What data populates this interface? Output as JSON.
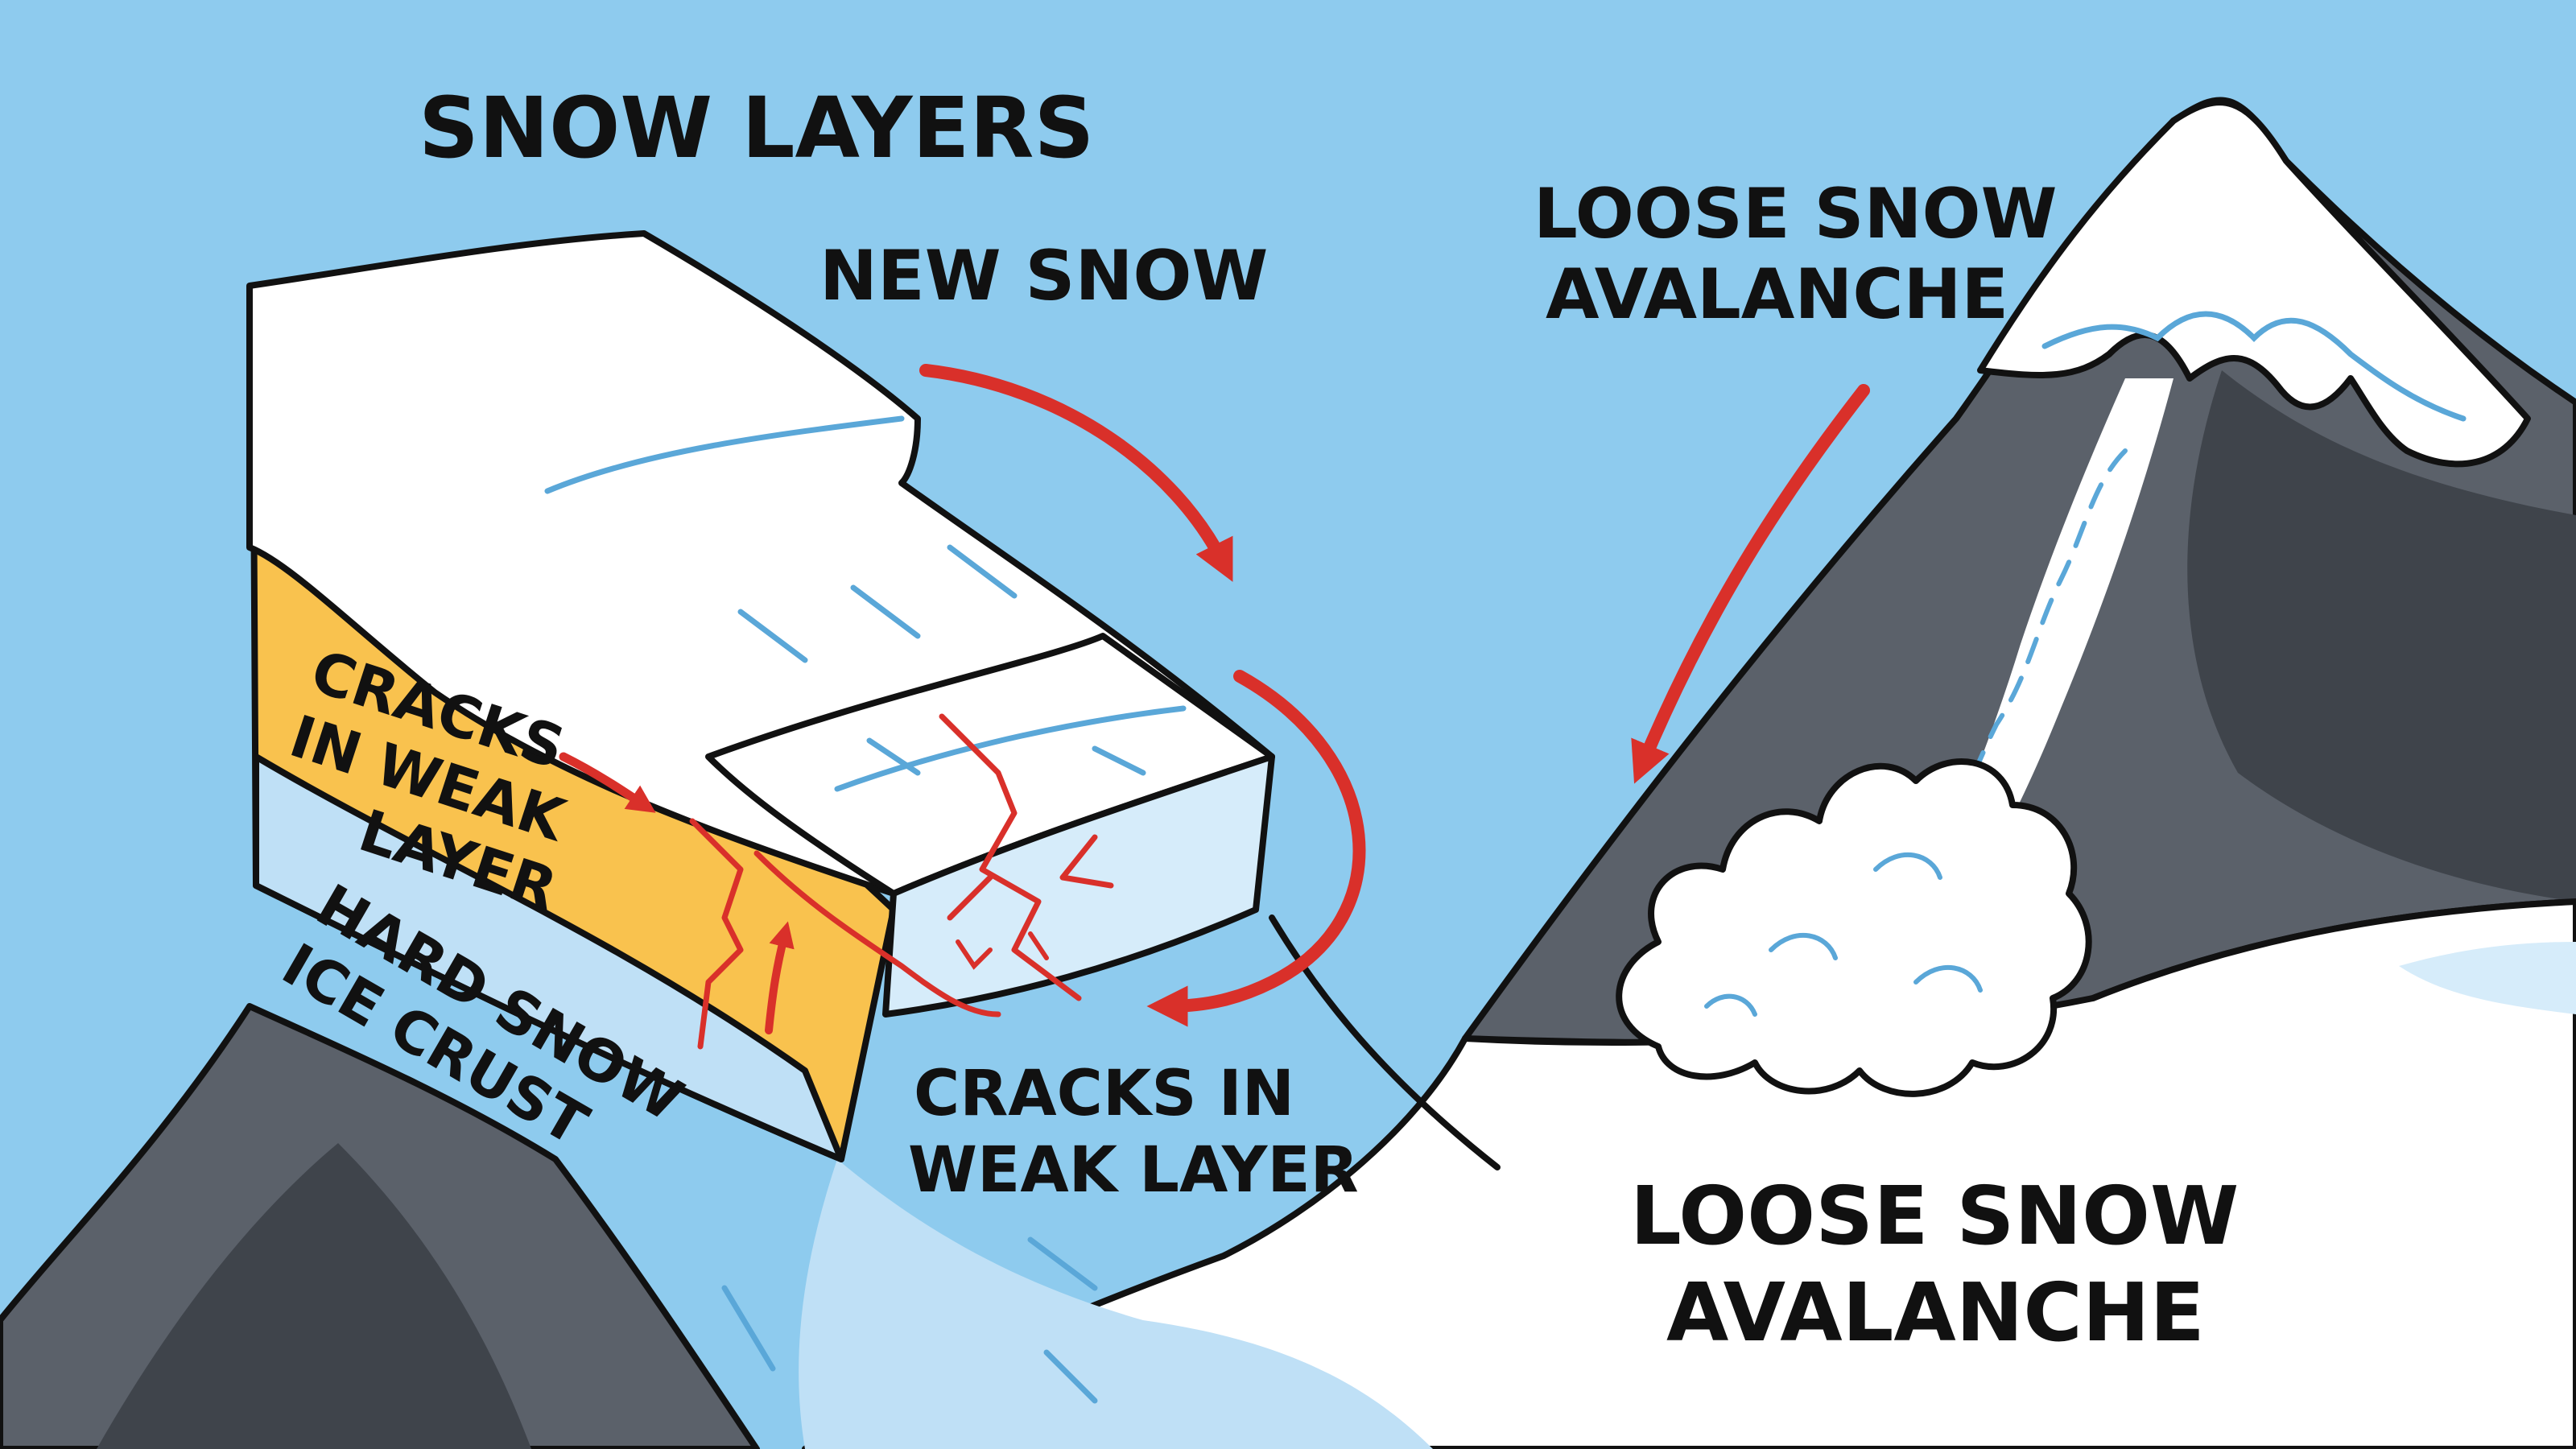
{
  "labels": {
    "snow_layers_title": "SNOW LAYERS",
    "new_snow": "NEW SNOW",
    "cracks_left": [
      "CRACKS",
      "IN WEAK",
      "LAYER"
    ],
    "hard_snow": [
      "HARD SNOW",
      "ICE CRUST"
    ],
    "cracks_bottom": [
      "CRACKS IN",
      "WEAK LAYER"
    ],
    "loose_top": [
      "LOOSE SNOW",
      "AVALANCHE"
    ],
    "loose_bottom": [
      "LOOSE SNOW",
      "AVALANCHE"
    ]
  },
  "colors": {
    "sky": "#8ecbee",
    "snow": "#ffffff",
    "snow_shade": "#d6ecfa",
    "ice_blue": "#bfe0f6",
    "weak_layer": "#f9c24e",
    "rock_dark": "#4a4f57",
    "rock_mid": "#6f757e",
    "arrow_red": "#d9302a",
    "outline": "#111111",
    "ice_line": "#5aa7d8"
  }
}
